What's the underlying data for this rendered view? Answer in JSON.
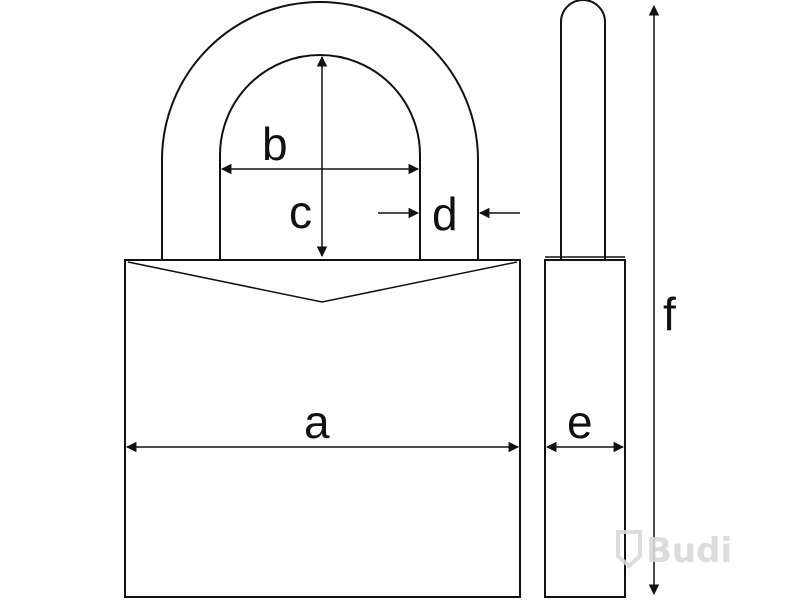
{
  "labels": {
    "a": "a",
    "b": "b",
    "c": "c",
    "d": "d",
    "e": "e",
    "f": "f"
  },
  "watermark": {
    "text": "Budi",
    "color": "#d9d9d9"
  },
  "colors": {
    "stroke": "#111111",
    "background": "#ffffff"
  }
}
